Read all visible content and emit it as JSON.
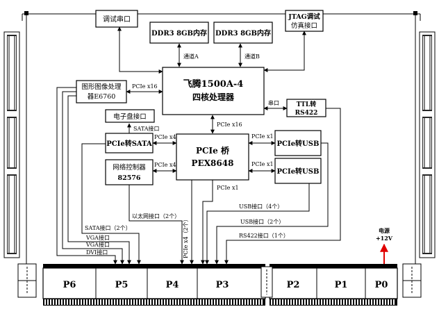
{
  "blocks": {
    "debug_serial": "调试串口",
    "ddr3_a": "DDR3 8GB内存",
    "ddr3_b": "DDR3 8GB内存",
    "jtag_line1": "JTAG调试",
    "jtag_line2": "仿真接口",
    "cpu_line1": "飞腾1500A-4",
    "cpu_line2": "四核处理器",
    "gpu_line1": "图形图像处理",
    "gpu_line2": "器E6760",
    "ttl_line1": "TTL转",
    "ttl_line2": "RS422",
    "edisk": "电子盘接口",
    "sata_bridge": "PCIe转SATA",
    "pcie_bridge_line1": "PCIe 桥",
    "pcie_bridge_line2": "PEX8648",
    "usb_bridge_1": "PCIe转USB",
    "usb_bridge_2": "PCIe转USB",
    "net_line1": "网络控制器",
    "net_line2": "82576"
  },
  "links": {
    "channel_a": "通道A",
    "channel_b": "通道B",
    "gpu_pcie": "PCIe x16",
    "serial": "串口",
    "bridge_pcie": "PCIe x16",
    "sata_port": "SATA接口",
    "sata_pcie": "PCIe x4",
    "net_pcie": "PCIe x4",
    "usb1_pcie": "PCIe x1",
    "usb2_pcie": "PCIe x1",
    "pcie_x1_out": "PCIe x1",
    "eth_out": "以太网接口（2个）",
    "pcie_x4_out": "PCIe x4（2个）",
    "usb_out_4": "USB接口（4个）",
    "usb_out_2": "USB接口（2个）",
    "sata_out": "SATA接口（2个）",
    "rs422_out": "RS422接口（1个）",
    "vga_1": "VGA接口",
    "vga_2": "VGA接口",
    "dvi": "DVI接口",
    "power_line1": "电源",
    "power_line2": "+12V"
  },
  "connectors": [
    "P6",
    "P5",
    "P4",
    "P3",
    "P2",
    "P1",
    "P0"
  ],
  "colors": {
    "line": "#000000",
    "power_arrow": "#e00000"
  }
}
